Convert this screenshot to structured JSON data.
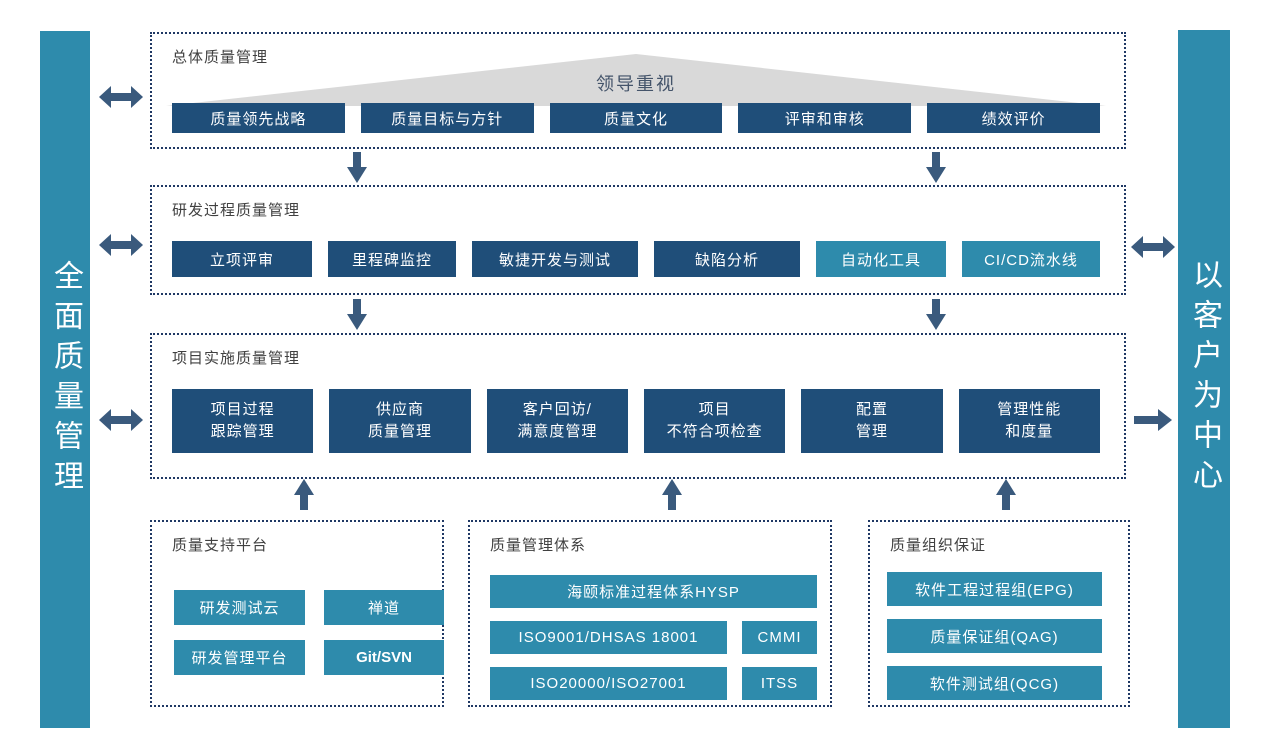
{
  "diagram": {
    "left_banner": "全面质量管理",
    "right_banner": "以客户为中心",
    "overall": {
      "title": "总体质量管理",
      "banner": "领导重视",
      "items": [
        "质量领先战略",
        "质量目标与方针",
        "质量文化",
        "评审和审核",
        "绩效评价"
      ]
    },
    "rd": {
      "title": "研发过程质量管理",
      "items": [
        "立项评审",
        "里程碑监控",
        "敏捷开发与测试",
        "缺陷分析",
        "自动化工具",
        "CI/CD流水线"
      ]
    },
    "impl": {
      "title": "项目实施质量管理",
      "items": [
        {
          "line1": "项目过程",
          "line2": "跟踪管理"
        },
        {
          "line1": "供应商",
          "line2": "质量管理"
        },
        {
          "line1": "客户回访/",
          "line2": "满意度管理"
        },
        {
          "line1": "项目",
          "line2": "不符合项检查"
        },
        {
          "line1": "配置",
          "line2": "管理"
        },
        {
          "line1": "管理性能",
          "line2": "和度量"
        }
      ]
    },
    "support": {
      "title": "质量支持平台",
      "items": [
        "研发测试云",
        "禅道",
        "研发管理平台",
        "Git/SVN"
      ]
    },
    "system": {
      "title": "质量管理体系",
      "full_item": "海颐标准过程体系HYSP",
      "rows": [
        {
          "left": "ISO9001/DHSAS 18001",
          "right": "CMMI"
        },
        {
          "left": "ISO20000/ISO27001",
          "right": "ITSS"
        }
      ]
    },
    "org": {
      "title": "质量组织保证",
      "items": [
        "软件工程过程组(EPG)",
        "质量保证组(QAG)",
        "软件测试组(QCG)"
      ]
    },
    "colors": {
      "teal": "#2E8BAC",
      "dark_blue": "#1F4E79",
      "arrow": "#3A5A7D",
      "dotted_border": "#1F3864",
      "triangle_gray": "#D9D9D9",
      "title_text": "#404040"
    }
  }
}
